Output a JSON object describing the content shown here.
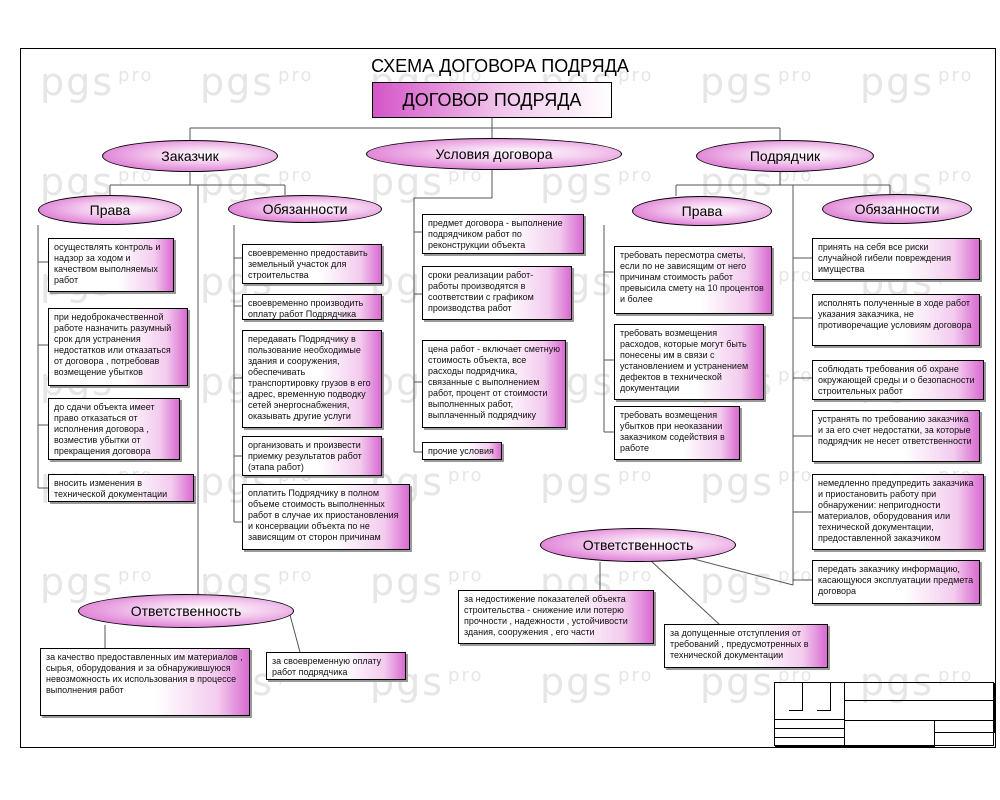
{
  "watermark": {
    "brand": "pgs",
    "suffix": "pro"
  },
  "title": "СХЕМА ДОГОВОРА ПОДРЯДА",
  "main": "ДОГОВОР ПОДРЯДА",
  "parties": {
    "customer": "Заказчик",
    "conditions": "Условия договора",
    "contractor": "Подрядчик"
  },
  "customer": {
    "rights_label": "Права",
    "obligations_label": "Обязанности",
    "responsibility_label": "Ответственность",
    "rights": [
      "осуществлять  контроль и надзор  за ходом  и качеством выполняемых  работ",
      "при  недоброкачественной работе  назначить  разумный срок для  устранения недостатков  или  отказаться от договора , потребовав возмещение  убытков",
      "до сдачи  объекта  имеет право отказаться  от исполнения  договора , возместив  убытки  от прекращения  договора",
      "вносить  изменения  в технической  документации"
    ],
    "obligations": [
      "своевременно предоставить земельный участок для строительства",
      "своевременно производить оплату работ Подрядчика",
      "передавать Подрядчику в пользование необходимые здания и сооружения, обеспечивать транспортировку грузов в его адрес, временную подводку сетей энергоснабжения, оказывать другие услуги",
      "организовать и произвести приемку результатов работ (этапа работ)",
      "оплатить Подрядчику в полном объеме стоимость выполненных работ в случае их приостановления и консервации объекта по не зависящим от сторон причинам"
    ],
    "responsibility": [
      "за качество  предоставленных  им материалов , сырья, оборудования  и за обнаружившуюся  невозможность  их использования  в процессе выполнения работ",
      "за своевременную  оплату работ подрядчика"
    ]
  },
  "conditions": [
    "предмет договора - выполнение подрядчиком работ по реконструкции объекта",
    "сроки реализации работ- работы производятся в соответствии с графиком производства работ",
    "цена работ - включает сметную стоимость объекта, все расходы подрядчика, связанные с выполнением работ, процент от стоимости выполненных работ, выплаченный подрядчику",
    "прочие условия"
  ],
  "contractor": {
    "rights_label": "Права",
    "obligations_label": "Обязанности",
    "responsibility_label": "Ответственность",
    "rights": [
      "требовать пересмотра сметы, если по не зависящим от него причинам стоимость работ превысила смету на 10 процентов и более",
      "требовать возмещения расходов, которые могут быть понесены им в связи с установлением и устранением дефектов в технической документации",
      "требовать возмещения убытков при неоказании заказчиком содействия в работе"
    ],
    "obligations": [
      "принять на себя все риски случайной гибели повреждения имущества",
      "исполнять полученные в ходе работ указания заказчика, не противоречащие условиям договора",
      "соблюдать требования об охране окружающей среды и о безопасности строительных работ",
      "устранять по требованию заказчика и за его счет недостатки, за которые подрядчик не несет ответственности",
      "немедленно предупредить заказчика и приостановить работу при обнаружении: непригодности материалов, оборудования или технической документации, предоставленной заказчиком",
      "передать заказчику информацию, касающуюся эксплуатации предмета договора"
    ],
    "responsibility": [
      "за недостижение  показателей объекта строительства  - снижение или потерю прочности , надежности , устойчивости здания, сооружения , его части",
      "за допущенные отступления  от требований , предусмотренных  в технической документации"
    ]
  }
}
